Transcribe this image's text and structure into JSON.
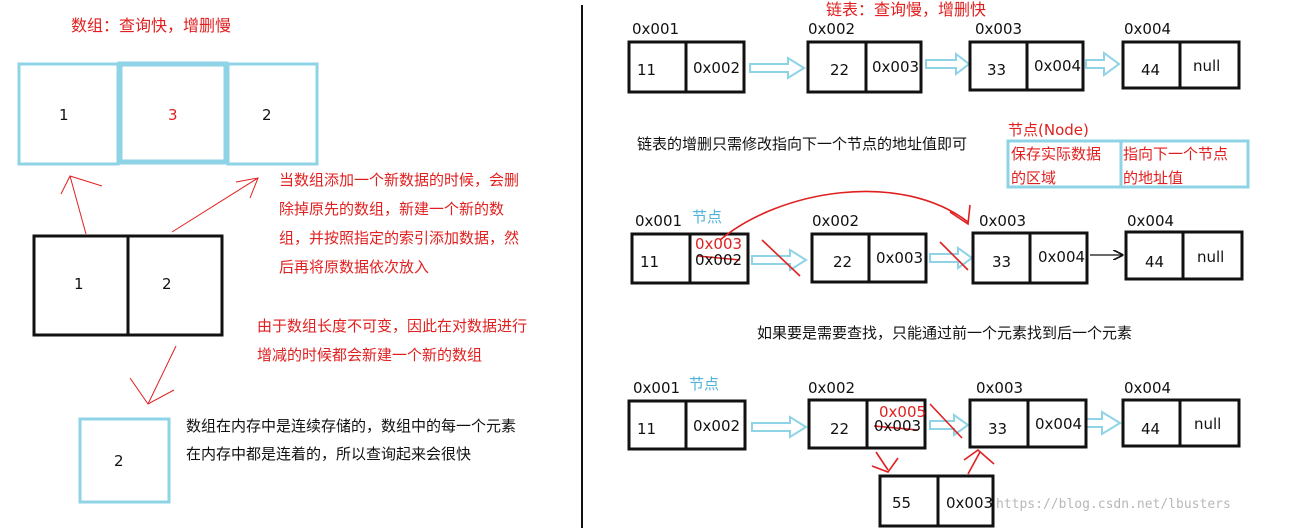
{
  "colors": {
    "red": "#e02020",
    "cyan": "#8fd3e6",
    "black": "#111111"
  },
  "left": {
    "title": "数组：查询快，增删慢",
    "top_array": [
      "1",
      "3",
      "2"
    ],
    "mid_array": [
      "1",
      "2"
    ],
    "bottom_array": [
      "2"
    ],
    "note_add": [
      "当数组添加一个新数据的时候，会删",
      "除掉原先的数组，新建一个新的数",
      "组，并按照指定的索引添加数据，然",
      "后再将原数据依次放入"
    ],
    "note_len": [
      "由于数组长度不可变，因此在对数据进行",
      "增减的时候都会新建一个新的数组"
    ],
    "note_mem": [
      "数组在内存中是连续存储的，数组中的每一个元素",
      "在内存中都是连着的，所以查询起来会很快"
    ]
  },
  "right": {
    "title": "链表：查询慢，增删快",
    "row1": {
      "nodes": [
        {
          "addr": "0x001",
          "value": "11",
          "next": "0x002"
        },
        {
          "addr": "0x002",
          "value": "22",
          "next": "0x003"
        },
        {
          "addr": "0x003",
          "value": "33",
          "next": "0x004"
        },
        {
          "addr": "0x004",
          "value": "44",
          "next": "null"
        }
      ]
    },
    "note_change": "链表的增删只需修改指向下一个节点的地址值即可",
    "legend": {
      "title": "节点(Node)",
      "left_lines": [
        "保存实际数据",
        "的区域"
      ],
      "right_lines": [
        "指向下一个节点",
        "的地址值"
      ]
    },
    "row2": {
      "node_label": "节点",
      "new_next": "0x003",
      "nodes": [
        {
          "addr": "0x001",
          "value": "11",
          "next": "0x002"
        },
        {
          "addr": "0x002",
          "value": "22",
          "next": "0x003"
        },
        {
          "addr": "0x003",
          "value": "33",
          "next": "0x004"
        },
        {
          "addr": "0x004",
          "value": "44",
          "next": "null"
        }
      ]
    },
    "note_find": "如果要是需要查找，只能通过前一个元素找到后一个元素",
    "row3": {
      "node_label": "节点",
      "new_next": "0x005",
      "nodes": [
        {
          "addr": "0x001",
          "value": "11",
          "next": "0x002"
        },
        {
          "addr": "0x002",
          "value": "22",
          "next": "0x003"
        },
        {
          "addr": "0x003",
          "value": "33",
          "next": "0x004"
        },
        {
          "addr": "0x004",
          "value": "44",
          "next": "null"
        }
      ],
      "inserted": {
        "value": "55",
        "next": "0x003"
      }
    }
  },
  "watermark": "https://blog.csdn.net/lbusters"
}
